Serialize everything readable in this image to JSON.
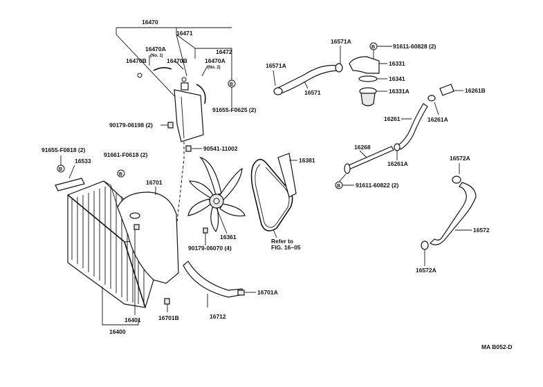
{
  "diagram_code": "MA B052-D",
  "symbol": "B",
  "refer_note": {
    "line1": "Refer to",
    "line2": "FIG. 16–05"
  },
  "labels": {
    "p16470": "16470",
    "p16471": "16471",
    "p16470A_1": "16470A",
    "p16470A_1_note": "(No. 1)",
    "p16470B_a": "16470B",
    "p16470B_b": "16470B",
    "p16470A_2": "16470A",
    "p16470A_2_note": "(No. 2)",
    "p16472": "16472",
    "p91655F0625": "91655-F0625 (2)",
    "p90179_06198": "90179-06198 (2)",
    "p90541_11002": "90541-11002",
    "p91655F0818": "91655-F0818 (2)",
    "p91661F0618": "91661-F0618 (2)",
    "p16533": "16533",
    "p16701": "16701",
    "p16361": "16361",
    "p90179_06070": "90179-06070 (4)",
    "p16381": "16381",
    "p16401": "16401",
    "p16701B": "16701B",
    "p16400": "16400",
    "p16712": "16712",
    "p16701A": "16701A",
    "p16571A_top": "16571A",
    "p91611_60828": "91611-60828 (2)",
    "p16331": "16331",
    "p16571A_left": "16571A",
    "p16571": "16571",
    "p16341": "16341",
    "p16331A": "16331A",
    "p16261B": "16261B",
    "p16261": "16261",
    "p16261A_a": "16261A",
    "p16268": "16268",
    "p16261A_b": "16261A",
    "p91611_60822": "91611-60822 (2)",
    "p16572A_top": "16572A",
    "p16572": "16572",
    "p16572A_bot": "16572A"
  }
}
